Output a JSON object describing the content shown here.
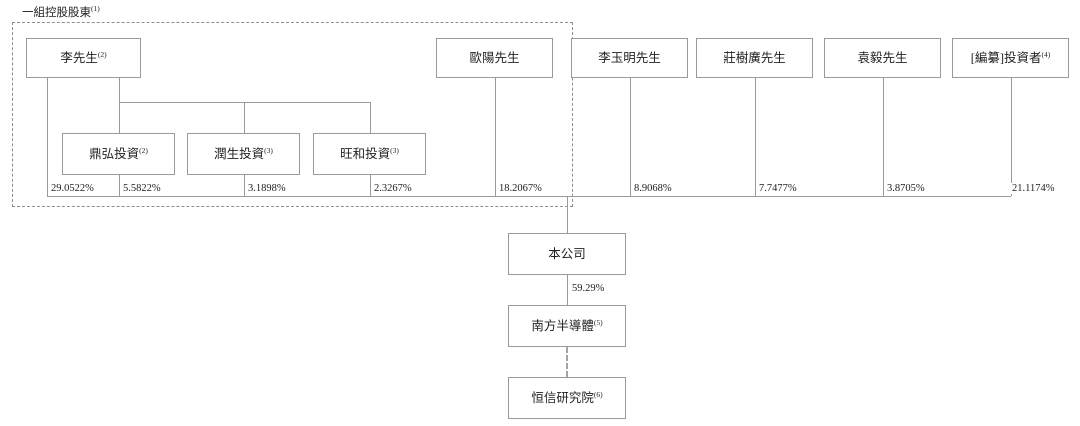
{
  "diagram": {
    "title_caption": "一組控股股東",
    "title_caption_note": "(1)",
    "group_frame_name": "controlling-shareholder-group"
  },
  "nodes": {
    "li_mr": {
      "label": "李先生",
      "note": "(2)"
    },
    "dinghong": {
      "label": "鼎弘投資",
      "note": "(2)"
    },
    "runsheng": {
      "label": "潤生投資",
      "note": "(3)"
    },
    "wanghe": {
      "label": "旺和投資",
      "note": "(3)"
    },
    "ouyang": {
      "label": "歐陽先生",
      "note": ""
    },
    "li_yuming": {
      "label": "李玉明先生",
      "note": ""
    },
    "zhuang": {
      "label": "莊樹廣先生",
      "note": ""
    },
    "yuan": {
      "label": "袁毅先生",
      "note": ""
    },
    "investor": {
      "label": "[編纂]投資者",
      "note": "(4)"
    },
    "company": {
      "label": "本公司",
      "note": ""
    },
    "nanfang": {
      "label": "南方半導體",
      "note": "(5)"
    },
    "hengxin": {
      "label": "恒信研究院",
      "note": "(6)"
    }
  },
  "percentages": {
    "li_direct": "29.0522%",
    "dinghong": "5.5822%",
    "runsheng": "3.1898%",
    "wanghe": "2.3267%",
    "ouyang": "18.2067%",
    "li_yuming": "8.9068%",
    "zhuang": "7.7477%",
    "yuan": "3.8705%",
    "investor": "21.1174%",
    "company_to_nanfang": "59.29%"
  },
  "colors": {
    "box_border": "#9a9a9a",
    "line": "#9a9a9a",
    "dashed_frame": "#8d8d8d",
    "text": "#222222",
    "background": "#ffffff"
  }
}
